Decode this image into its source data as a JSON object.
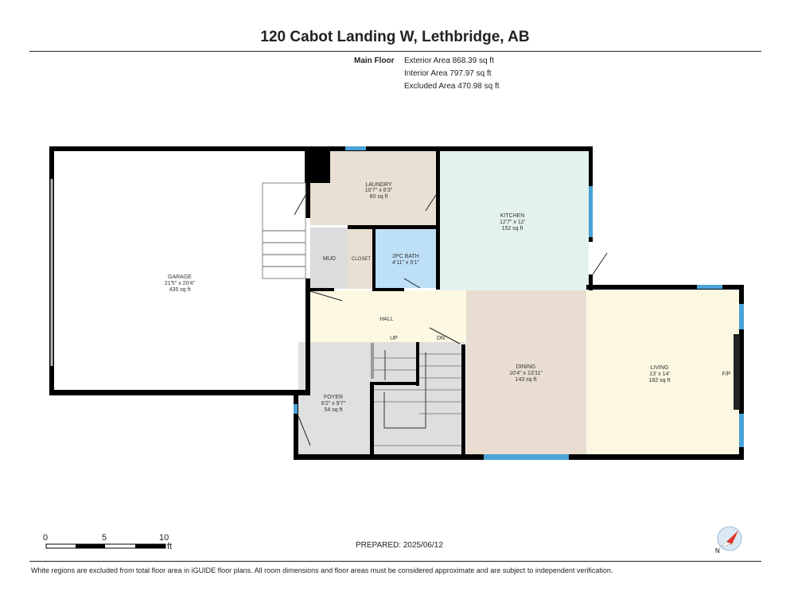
{
  "title": "120 Cabot Landing W, Lethbridge, AB",
  "floor": {
    "name": "Main Floor",
    "exterior": "Exterior Area 868.39 sq ft",
    "interior": "Interior Area 797.97 sq ft",
    "excluded": "Excluded Area 470.98 sq ft"
  },
  "rooms": {
    "garage": {
      "name": "GARAGE",
      "dims": "21'5\" x 20'4\"",
      "area": "435 sq ft"
    },
    "laundry": {
      "name": "LAUNDRY",
      "dims": "10'7\" x 6'3\"",
      "area": "60 sq ft"
    },
    "kitchen": {
      "name": "KITCHEN",
      "dims": "12'7\" x 12'",
      "area": "152 sq ft"
    },
    "mud": {
      "name": "MUD"
    },
    "closet": {
      "name": "CLOSET"
    },
    "bath": {
      "name": "2PC BATH",
      "dims": "4'11\" x 5'1\""
    },
    "hall": {
      "name": "HALL"
    },
    "up": "UP",
    "dn": "DN",
    "foyer": {
      "name": "FOYER",
      "dims": "6'2\" x 9'7\"",
      "area": "54 sq ft"
    },
    "dining": {
      "name": "DINING",
      "dims": "10'4\" x 13'11\"",
      "area": "143 sq ft"
    },
    "living": {
      "name": "LIVING",
      "dims": "13' x 14'",
      "area": "182 sq ft"
    },
    "fp": "F/P"
  },
  "scale": {
    "t0": "0",
    "t5": "5",
    "t10": "10",
    "unit": "ft"
  },
  "prepared": "PREPARED: 2025/06/12",
  "compass": "N",
  "disclaimer": "White regions are excluded from total floor area in iGUIDE floor plans. All room dimensions and floor areas must be considered approximate and are subject to independent verification."
}
